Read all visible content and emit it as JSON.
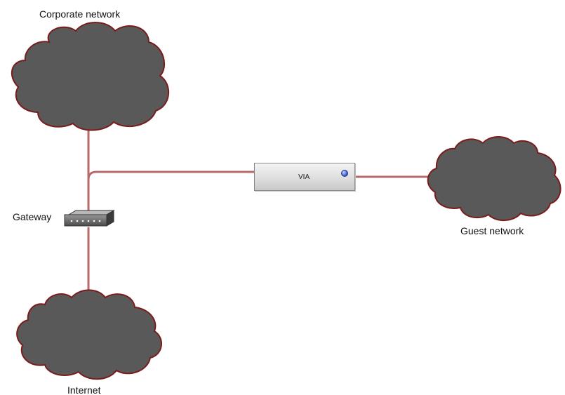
{
  "diagram": {
    "nodes": {
      "corporate": {
        "label": "Corporate network",
        "shape": "cloud-icon"
      },
      "guest": {
        "label": "Guest network",
        "shape": "cloud-icon"
      },
      "internet": {
        "label": "Internet",
        "shape": "cloud-icon"
      },
      "gateway": {
        "label": "Gateway",
        "shape": "router-icon"
      },
      "via": {
        "label": "VIA",
        "shape": "appliance-icon"
      }
    },
    "edges": [
      {
        "from": "corporate",
        "to": "gateway"
      },
      {
        "from": "gateway",
        "to": "internet"
      },
      {
        "from": "gateway",
        "to": "via"
      },
      {
        "from": "via",
        "to": "guest"
      }
    ]
  },
  "colors": {
    "cloud_fill": "#595959",
    "cloud_stroke": "#7a1c1c",
    "link": "#b86a6a",
    "background": "#ffffff",
    "led": "#4a68d8"
  }
}
